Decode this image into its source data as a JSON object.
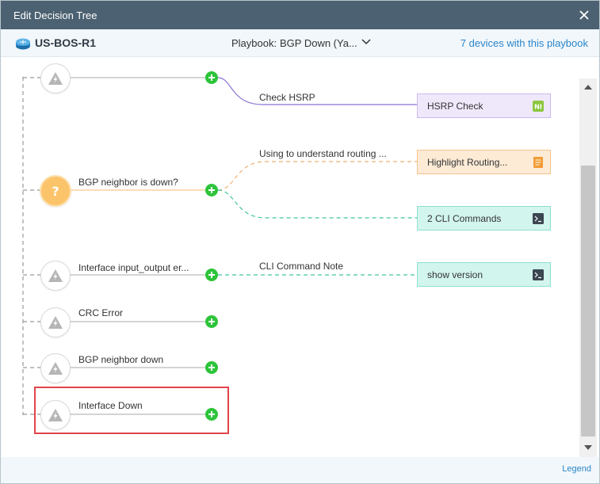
{
  "window": {
    "title": "Edit Decision Tree"
  },
  "header": {
    "device_name": "US-BOS-R1",
    "playbook_label": "Playbook:",
    "playbook_value": "BGP Down (Ya...",
    "devices_link": "7 devices with this playbook"
  },
  "tree": {
    "nodes": [
      {
        "label": "",
        "icon": "lightning-icon"
      },
      {
        "label": "BGP neighbor is down?",
        "icon": "question-icon"
      },
      {
        "label": "Interface input_output er...",
        "icon": "lightning-icon"
      },
      {
        "label": "CRC Error",
        "icon": "lightning-icon"
      },
      {
        "label": "BGP neighbor down",
        "icon": "lightning-icon"
      },
      {
        "label": "Interface Down",
        "icon": "lightning-icon"
      }
    ],
    "edges": [
      {
        "label": "Check HSRP"
      },
      {
        "label": "Using to understand routing ..."
      },
      {
        "label": "CLI Command Note"
      }
    ],
    "cards": [
      {
        "label": "HSRP Check",
        "badge": "NI",
        "color": "#efe8fb"
      },
      {
        "label": "Highlight Routing...",
        "badge": "note-icon",
        "color": "#fdebd6"
      },
      {
        "label": "2 CLI Commands",
        "badge": "terminal-icon",
        "color": "#d2f5ee"
      },
      {
        "label": "show version",
        "badge": "terminal-icon",
        "color": "#d2f5ee"
      }
    ]
  },
  "footer": {
    "legend": "Legend"
  },
  "colors": {
    "titlebar": "#4c6272",
    "add": "#2dc43a",
    "highlight": "#e0454a",
    "link": "#2a86c9"
  }
}
